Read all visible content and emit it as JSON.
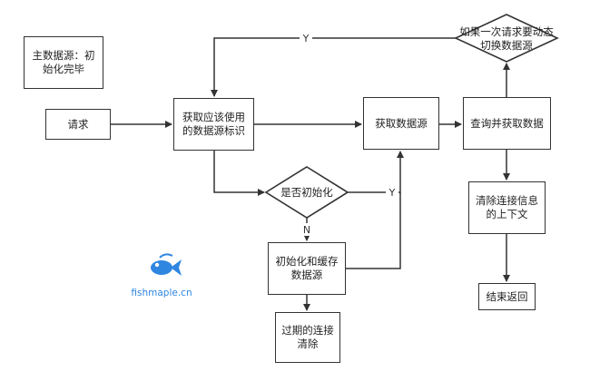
{
  "nodes": {
    "note": "主数据源：初始化完毕",
    "request": "请求",
    "get_id": "获取应该使用的数据源标识",
    "get_ds": "获取数据源",
    "query": "查询并获取数据",
    "clear_ctx": "清除连接信息的上下文",
    "end": "结束返回",
    "init_cache": "初始化和缓存数据源",
    "clear_expired": "过期的连接清除"
  },
  "decisions": {
    "is_init": "是否初始化",
    "switch_q1": "如果一次请求要动态",
    "switch_q2": "切换数据源"
  },
  "edge_labels": {
    "switch_yes": "Y",
    "init_yes": "Y",
    "init_no": "N"
  },
  "watermark": "fishmaple.cn",
  "colors": {
    "stroke": "#333333",
    "watermark": "#2f86e0"
  }
}
